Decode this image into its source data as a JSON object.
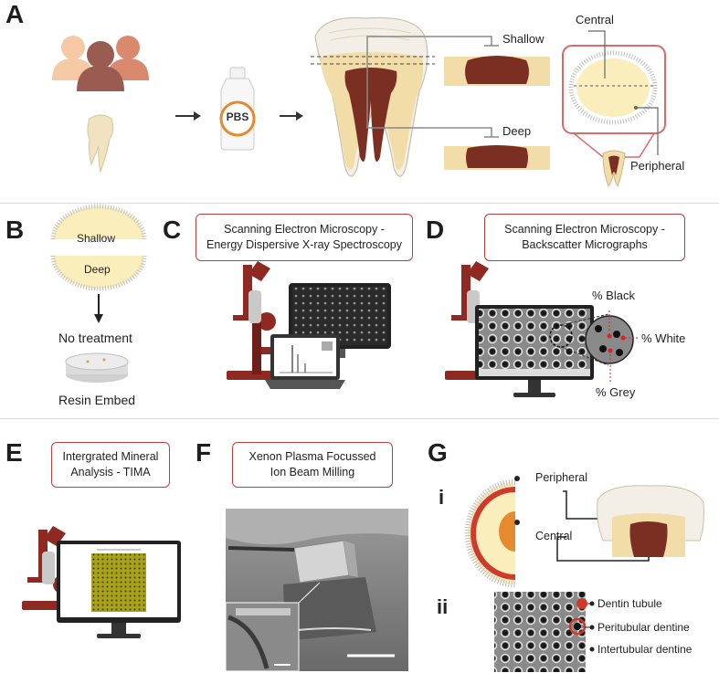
{
  "panels": {
    "A": {
      "label": "A",
      "bottle_label": "PBS",
      "shallow": "Shallow",
      "deep": "Deep",
      "central": "Central",
      "peripheral": "Peripheral"
    },
    "B": {
      "label": "B",
      "shallow": "Shallow",
      "deep": "Deep",
      "no_treatment": "No treatment",
      "resin_embed": "Resin Embed"
    },
    "C": {
      "label": "C",
      "title_line1": "Scanning Electron Microscopy -",
      "title_line2": "Energy Dispersive X-ray Spectroscopy"
    },
    "D": {
      "label": "D",
      "title_line1": "Scanning Electron Microscopy -",
      "title_line2": "Backscatter Micrographs",
      "black": "% Black",
      "white": "% White",
      "grey": "% Grey"
    },
    "E": {
      "label": "E",
      "title_line1": "Intergrated Mineral",
      "title_line2": "Analysis - TIMA"
    },
    "F": {
      "label": "F",
      "title_line1": "Xenon Plasma Focussed",
      "title_line2": "Ion Beam Milling"
    },
    "G": {
      "label": "G",
      "sub_i": "i",
      "sub_ii": "ii",
      "peripheral": "Peripheral",
      "central": "Central",
      "dentin_tubule": "Dentin tubule",
      "peritubular": "Peritubular dentine",
      "intertubular": "Intertubular dentine"
    }
  },
  "colors": {
    "accent_red": "#b8413f",
    "dentin": "#f2dca8",
    "pulp": "#7a2f22",
    "enamel": "#f3efe6",
    "microscope": "#8e2a22"
  }
}
